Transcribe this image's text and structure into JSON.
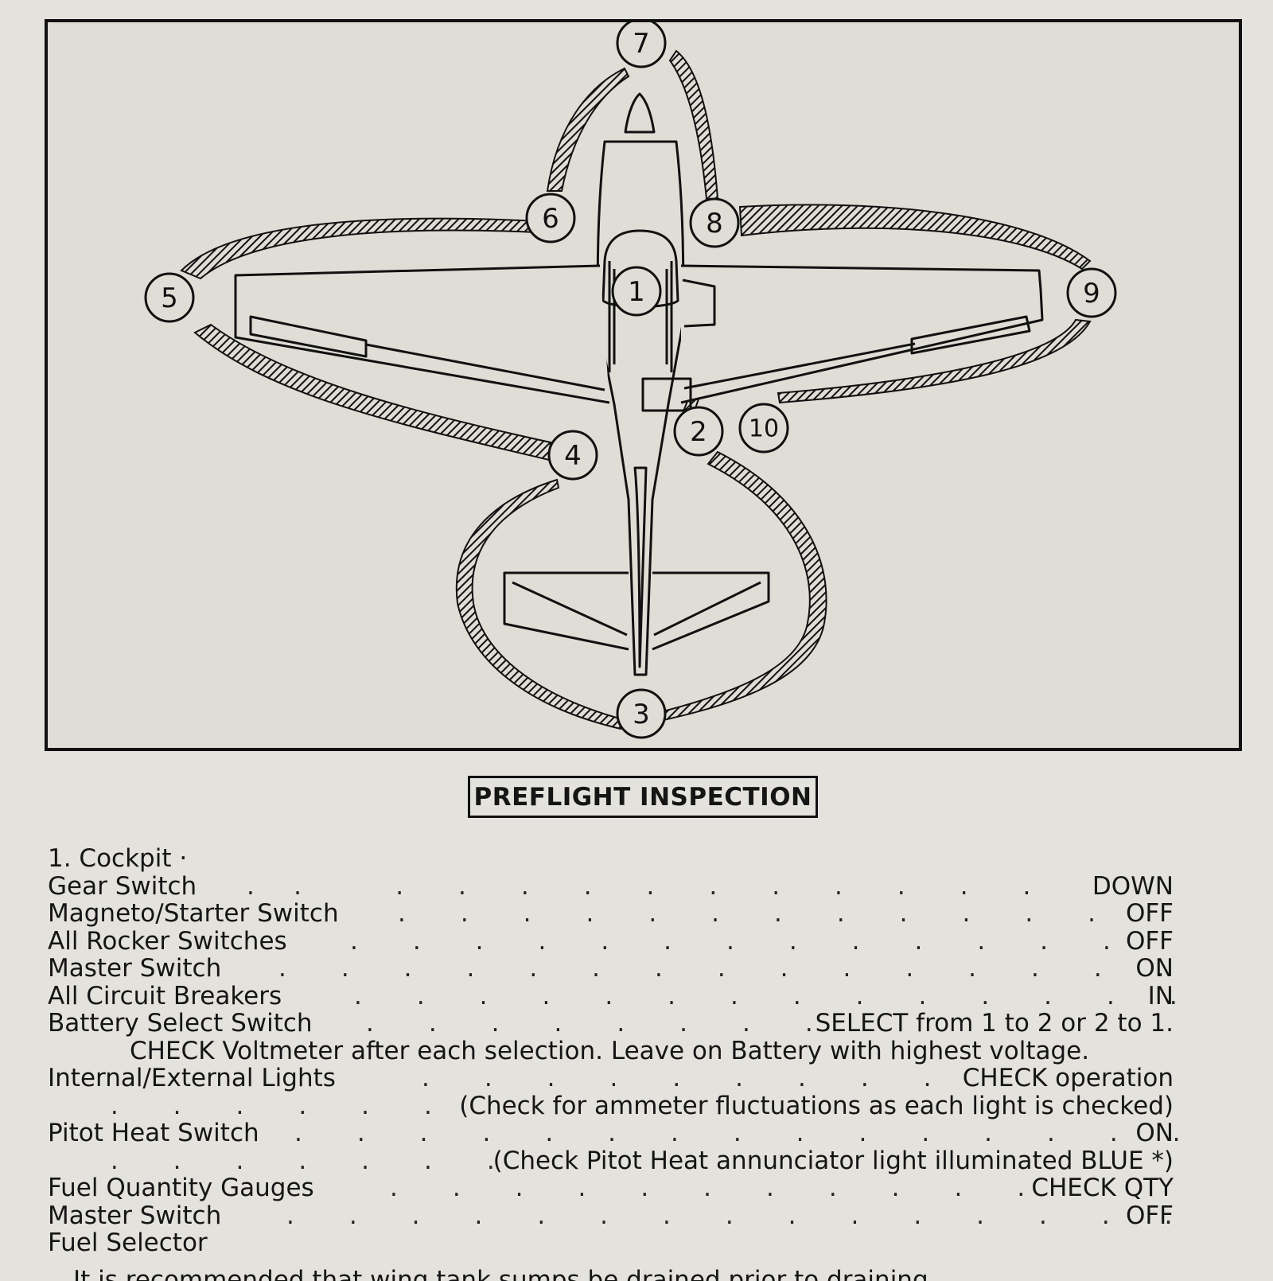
{
  "figure": {
    "stops": [
      "1",
      "2",
      "3",
      "4",
      "5",
      "6",
      "7",
      "8",
      "9",
      "10"
    ]
  },
  "title": "PREFLIGHT INSPECTION",
  "checklist": {
    "section": "1. Cockpit ·",
    "items": [
      {
        "label": "Gear Switch",
        "value": "DOWN"
      },
      {
        "label": "Magneto/Starter Switch",
        "value": "OFF"
      },
      {
        "label": "All Rocker Switches",
        "value": "OFF"
      },
      {
        "label": "Master Switch",
        "value": "ON"
      },
      {
        "label": "All Circuit Breakers",
        "value": "IN"
      },
      {
        "label": "Battery Select Switch",
        "value": "SELECT from 1 to 2 or 2 to 1."
      },
      {
        "note": "CHECK Voltmeter after each selection. Leave on Battery with highest voltage."
      },
      {
        "label": "Internal/External Lights",
        "value": "CHECK operation"
      },
      {
        "note": "(Check for ammeter fluctuations as each light is checked)"
      },
      {
        "label": "Pitot Heat Switch",
        "value": "ON"
      },
      {
        "note": "(Check Pitot Heat annunciator light illuminated BLUE *)"
      },
      {
        "label": "Fuel Quantity Gauges",
        "value": "CHECK QTY"
      },
      {
        "label": "Master Switch",
        "value": "OFF"
      },
      {
        "label": "Fuel Selector",
        "value": ""
      }
    ],
    "cut_line": "It is recommended that wing tank sumps be drained prior to draining"
  }
}
